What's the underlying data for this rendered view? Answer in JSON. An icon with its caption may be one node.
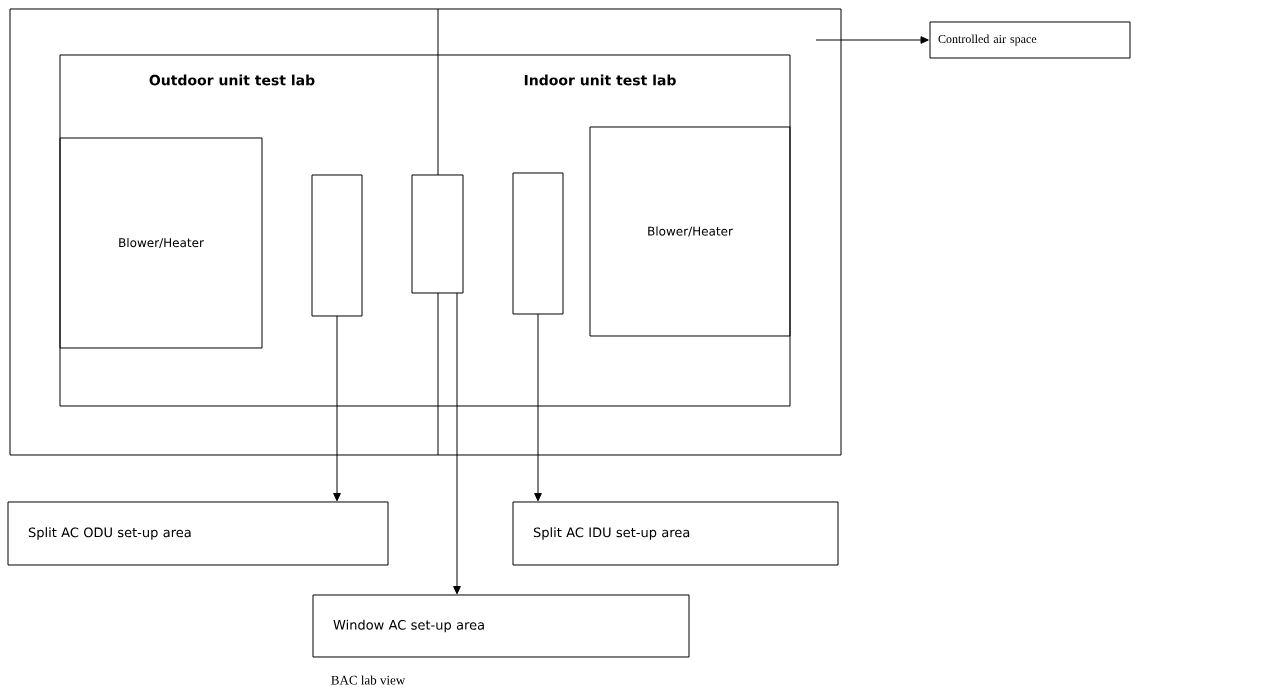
{
  "diagram": {
    "caption": "BAC lab view",
    "nodes": [
      {
        "text": [],
        "shape": "box"
      },
      {
        "text": [
          "Outdoor unit test lab",
          "Indoor unit test lab"
        ],
        "in": 0
      },
      {
        "text": [
          "Blower/Heater"
        ],
        "in": 1
      },
      {
        "text": [],
        "shape": "box",
        "in": 1
      },
      {
        "text": [],
        "shape": "box",
        "in": 1
      },
      {
        "text": [],
        "shape": "box",
        "in": 1
      },
      {
        "text": [
          "Blower/Heater"
        ],
        "in": 1
      },
      {
        "text": [
          "Controlled air space"
        ]
      },
      {
        "text": [
          "Split AC ODU set-up area"
        ]
      },
      {
        "text": [
          "Split AC IDU set-up area"
        ]
      },
      {
        "text": [
          "Window AC set-up area"
        ]
      }
    ],
    "edges": [
      {
        "from": 0,
        "to": 7,
        "arrow": "to"
      },
      {
        "from": 3,
        "to": 8,
        "arrow": "to"
      },
      {
        "from": 4,
        "to": 10,
        "arrow": "to"
      },
      {
        "from": 5,
        "to": 9,
        "arrow": "to"
      }
    ]
  }
}
